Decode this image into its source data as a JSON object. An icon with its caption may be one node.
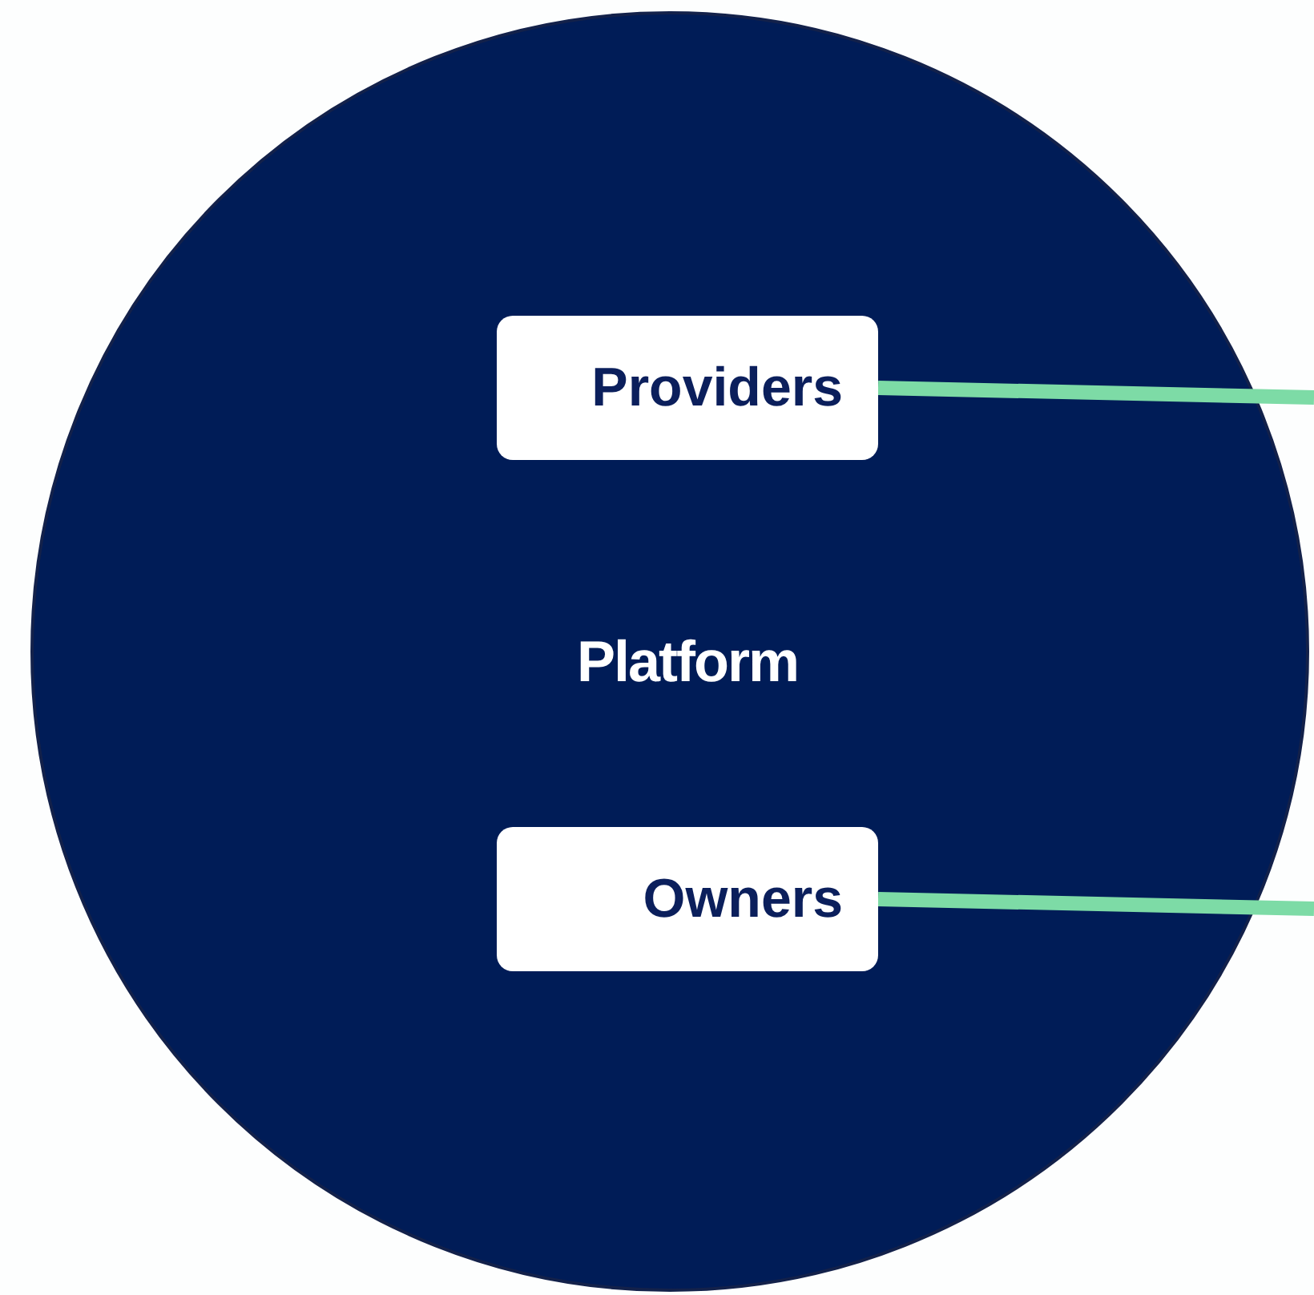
{
  "diagram": {
    "nodes": [
      {
        "text": [
          "Platform"
        ]
      },
      {
        "text": [
          "Providers"
        ],
        "in": 0
      },
      {
        "text": [
          "Owners"
        ],
        "in": 0
      }
    ],
    "edges": [
      {
        "from": 1,
        "to": null,
        "arrow": "none"
      },
      {
        "from": 2,
        "to": null,
        "arrow": "none"
      }
    ]
  }
}
